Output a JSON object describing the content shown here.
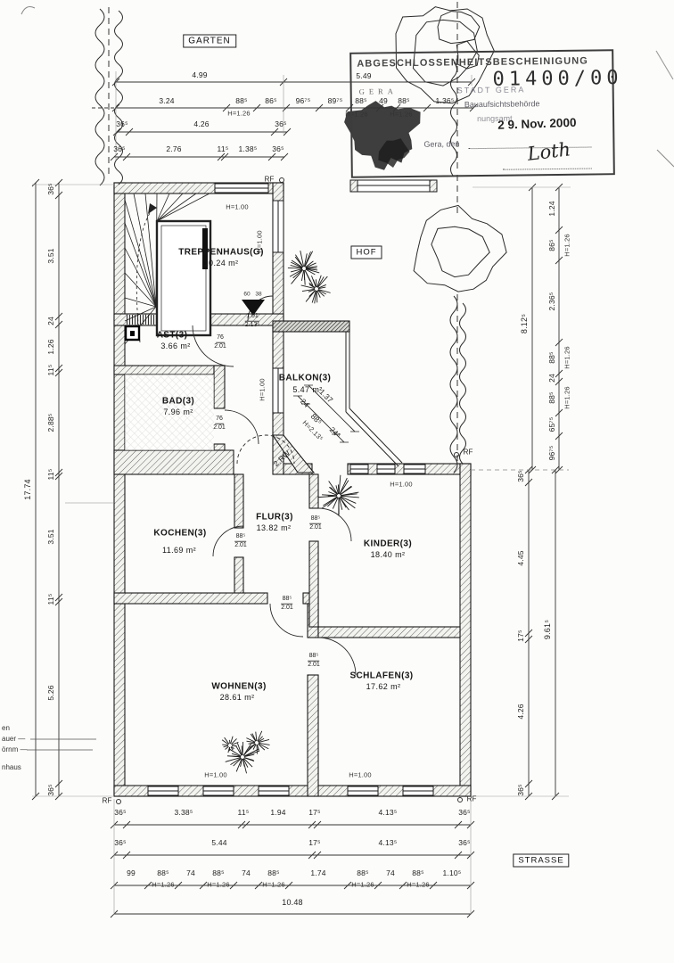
{
  "site": {
    "garten": "GARTEN",
    "hof": "HOF",
    "strasse": "STRASSE"
  },
  "stamp": {
    "title": "ABGESCHLOSSENHEITSBESCHEINIGUNG",
    "number": "01400/00",
    "emblem_text": "GERA",
    "authority_city": "STADT GERA",
    "authority_dept": "Bauaufsichtsbehörde",
    "authority_dept2": "nungsamt",
    "place_line": "Gera, den",
    "date_stamp": "2 9. Nov. 2000",
    "signature": "Loth"
  },
  "rooms": [
    {
      "name": "TREPPENHAUS(G)",
      "area": "10.24 m²"
    },
    {
      "name": "AST(3)",
      "area": "3.66 m²"
    },
    {
      "name": "BAD(3)",
      "area": "7.96 m²"
    },
    {
      "name": "BALKON(3)",
      "area": "5.47 m²"
    },
    {
      "name": "KOCHEN(3)",
      "area": "11.69 m²"
    },
    {
      "name": "FLUR(3)",
      "area": "13.82 m²"
    },
    {
      "name": "KINDER(3)",
      "area": "18.40 m²"
    },
    {
      "name": "WOHNEN(3)",
      "area": "28.61 m²"
    },
    {
      "name": "SCHLAFEN(3)",
      "area": "17.62 m²"
    }
  ],
  "win": {
    "h100": "H=1.00",
    "h126": "H=1.26",
    "h213": "H=2.13⁵"
  },
  "doors": {
    "ast": {
      "w": "76",
      "h": "2.01"
    },
    "bad": {
      "w": "76",
      "h": "2.01"
    },
    "entry": {
      "w": "1.01",
      "h": "2.13⁵"
    },
    "entry_a": "60",
    "entry_b": "38",
    "kochen": {
      "w": "88⁵",
      "h": "2.01"
    },
    "kinder": {
      "w": "88⁵",
      "h": "2.01"
    },
    "wohnen": {
      "w": "88⁵",
      "h": "2.01"
    },
    "schlafen": {
      "w": "88⁵",
      "h": "2.01"
    }
  },
  "dims": {
    "top1": [
      "4.99",
      "5.49"
    ],
    "top2": [
      "3.24",
      "88⁵",
      "86⁵",
      "96⁷⁵",
      "89⁷⁵",
      "88⁵",
      "49",
      "88⁵",
      "1.36⁵"
    ],
    "top3": [
      "36⁵",
      "4.26",
      "36⁵"
    ],
    "top4": [
      "36⁵",
      "2.76",
      "11⁵",
      "1.38⁵",
      "36⁵"
    ],
    "left_total": "17.74",
    "left": [
      "36⁵",
      "3.51",
      "24",
      "1.26",
      "11⁵",
      "2.88⁵",
      "11⁵",
      "3.51",
      "11⁵",
      "5.26",
      "36⁵"
    ],
    "right_up_total": "8.12⁵",
    "right_up": [
      "1.24",
      "86⁵",
      "2.36⁵",
      "88⁵",
      "24",
      "88⁵",
      "65⁷⁵",
      "96⁷⁵"
    ],
    "right_low_total": "9.61⁵",
    "right_low": [
      "36⁵",
      "4.45",
      "17⁵",
      "4.26",
      "36⁵"
    ],
    "bottom1": [
      "36⁵",
      "3.38⁵",
      "11⁵",
      "1.94",
      "17⁵",
      "4.13⁵",
      "36⁵"
    ],
    "bottom2": [
      "36⁵",
      "5.44",
      "17⁵",
      "4.13⁵",
      "36⁵"
    ],
    "bottom3": [
      "99",
      "88⁵",
      "74",
      "88⁵",
      "74",
      "88⁵",
      "1.74",
      "88⁵",
      "74",
      "88⁵",
      "1.10⁵"
    ],
    "bottom_total": "10.48",
    "balkon": [
      "24",
      "88⁵",
      "24⁵"
    ],
    "balkon_len": "1.37"
  },
  "annotations": {
    "rw": "2.RW",
    "rf": "RF",
    "margin_notes": [
      "en",
      "auer —",
      "örnm —",
      "nhaus"
    ]
  }
}
